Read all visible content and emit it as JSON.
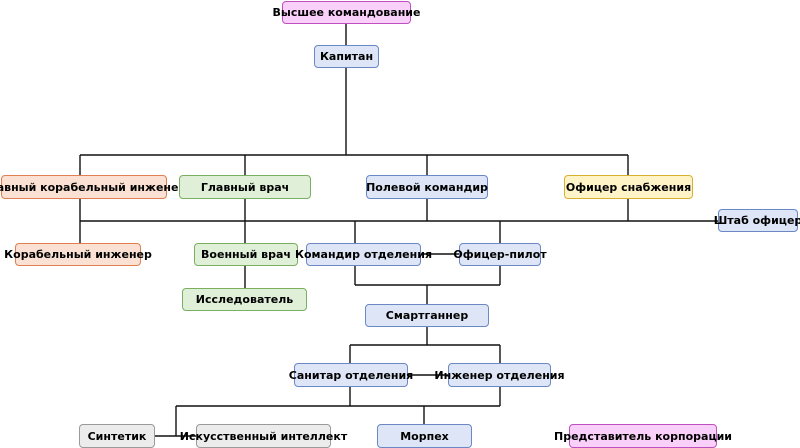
{
  "nodes": {
    "high_command": "Высшее командование",
    "captain": "Капитан",
    "chief_ship_engineer": "Главный корабельный инженер",
    "chief_doctor": "Главный врач",
    "field_commander": "Полевой командир",
    "supply_officer": "Офицер снабжения",
    "staff_officer": "Штаб офицер",
    "ship_engineer": "Корабельный инженер",
    "military_doctor": "Военный врач",
    "squad_commander": "Командир отделения",
    "pilot_officer": "Офицер-пилот",
    "researcher": "Исследователь",
    "smartgunner": "Смартганнер",
    "squad_medic": "Санитар отделения",
    "squad_engineer": "Инженер отделения",
    "synthetic": "Синтетик",
    "artificial_intelligence": "Искусственный интеллект",
    "morph": "Морпех",
    "corporate_representative": "Представитель корпорации"
  },
  "colors": {
    "pink": "#f9d0f9",
    "blue": "#dde5f6",
    "orange": "#fbe1d3",
    "green": "#e0f0d8",
    "yellow": "#fff3c8",
    "gray": "#ececec"
  }
}
